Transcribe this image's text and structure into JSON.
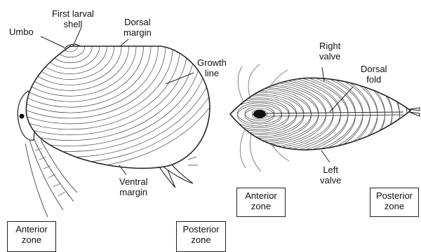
{
  "labels": {
    "first_larval_shell": [
      "First larval",
      "shell"
    ],
    "dorsal_margin": [
      "Dorsal",
      "margin"
    ],
    "umbo": "Umbo",
    "growth_line": [
      "Growth",
      "line"
    ],
    "ventral_margin": [
      "Ventral",
      "margin"
    ],
    "right_valve": [
      "Right",
      "valve"
    ],
    "dorsal_fold": [
      "Dorsal",
      "fold"
    ],
    "left_valve": [
      "Left",
      "valve"
    ]
  },
  "zones": {
    "left_anterior": [
      "Anterior",
      "zone"
    ],
    "left_posterior": [
      "Posterior",
      "zone"
    ],
    "right_anterior": [
      "Anterior",
      "zone"
    ],
    "right_posterior": [
      "Posterior",
      "zone"
    ]
  },
  "colors": {
    "line": "#222222",
    "fill": "#ffffff",
    "grey": "#9a9a9a"
  }
}
